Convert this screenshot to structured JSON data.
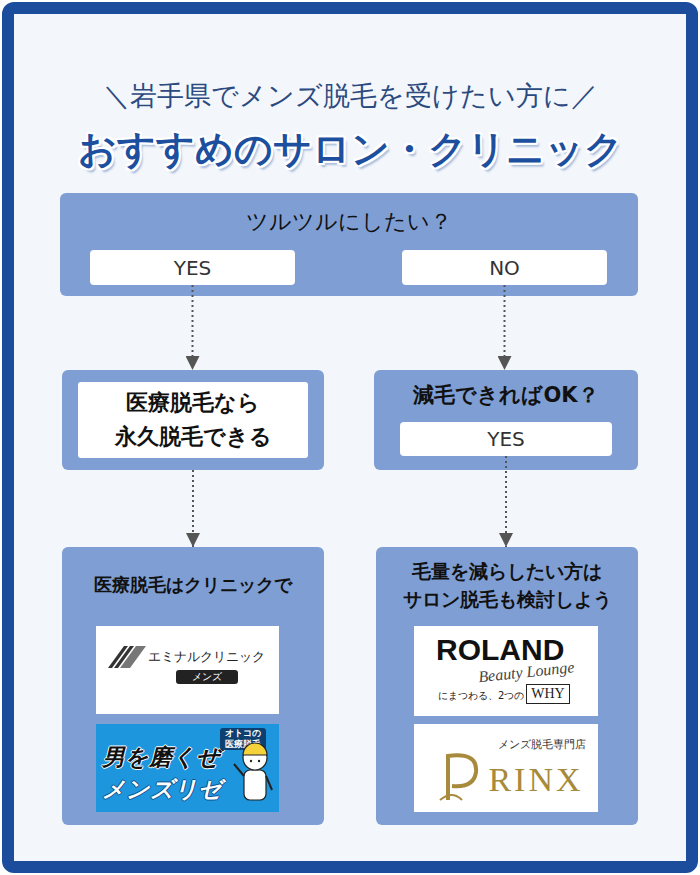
{
  "diagram": {
    "title": "おすすめのサロン・クリニック",
    "nodes": [
      {
        "text": [
          "ツルツルにしたい？"
        ]
      },
      {
        "text": [
          "YES"
        ],
        "in": 0
      },
      {
        "text": [
          "NO"
        ],
        "in": 0
      },
      {
        "text": [
          "医療脱毛なら 永久脱毛できる"
        ]
      },
      {
        "text": [
          "減毛できればOK？"
        ]
      },
      {
        "text": [
          "YES"
        ],
        "in": 4
      },
      {
        "text": [
          "医療脱毛はクリニックで"
        ]
      },
      {
        "text": [
          "エミナルクリニック",
          "メンズ"
        ],
        "in": 6
      },
      {
        "text": [
          "男を磨くぜ",
          "メンズリゼ",
          "オトコの 医療脱毛"
        ],
        "in": 6
      },
      {
        "text": [
          "毛量を減らしたい方は サロン脱毛も検討しよう"
        ]
      },
      {
        "text": [
          "ROLAND",
          "Beauty Lounge",
          "にまつわる、2つの",
          "WHY"
        ],
        "in": 9
      },
      {
        "text": [
          "メンズ脱毛専門店",
          "RINX"
        ],
        "in": 9
      }
    ],
    "edges": [
      {
        "from": 1,
        "to": 3,
        "arrow": "to"
      },
      {
        "from": 2,
        "to": 4,
        "arrow": "to"
      },
      {
        "from": 3,
        "to": 6,
        "arrow": "to"
      },
      {
        "from": 5,
        "to": 9,
        "arrow": "to"
      }
    ],
    "labels": [
      "＼岩手県でメンズ脱毛を受けたい方に／"
    ]
  }
}
